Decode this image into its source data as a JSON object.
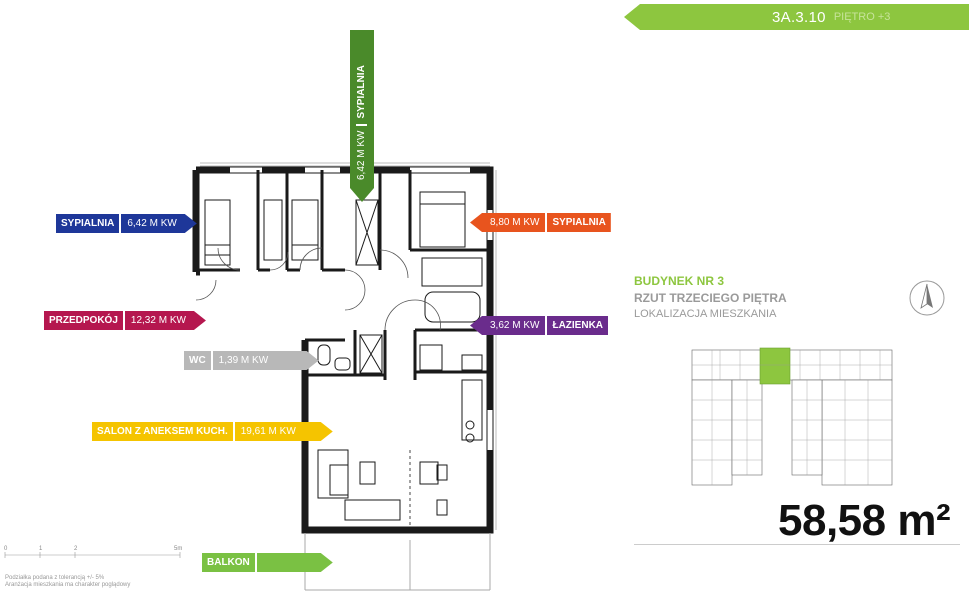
{
  "header": {
    "code": "3A.3.10",
    "floor": "PIĘTRO +3"
  },
  "rooms": [
    {
      "id": "sypialnia-1",
      "name": "SYPIALNIA",
      "area": "6,42 M KW",
      "color": "#1e3799"
    },
    {
      "id": "sypialnia-2",
      "name": "SYPIALNIA",
      "area": "6,42 M KW",
      "color": "#4a8a2a"
    },
    {
      "id": "sypialnia-3",
      "name": "SYPIALNIA",
      "area": "8,80 M KW",
      "color": "#e8541e"
    },
    {
      "id": "przedpokoj",
      "name": "PRZEDPOKÓJ",
      "area": "12,32 M KW",
      "color": "#b5174f"
    },
    {
      "id": "lazienka",
      "name": "ŁAZIENKA",
      "area": "3,62 M KW",
      "color": "#6a2c8c"
    },
    {
      "id": "wc",
      "name": "WC",
      "area": "1,39 M KW",
      "color": "#b8b8b8"
    },
    {
      "id": "salon",
      "name": "SALON Z ANEKSEM KUCH.",
      "area": "19,61 M KW",
      "color": "#f5c400"
    },
    {
      "id": "balkon",
      "name": "BALKON",
      "area": "",
      "color": "#7ac143"
    }
  ],
  "info": {
    "building": "BUDYNEK NR 3",
    "plan": "RZUT TRZECIEGO PIĘTRA",
    "location": "LOKALIZACJA MIESZKANIA",
    "total_area": "58,58",
    "unit": "m²"
  },
  "scale": {
    "ticks": [
      "0",
      "1",
      "2",
      "5m"
    ]
  },
  "footnote": {
    "line1": "Podziałka podana z tolerancją +/- 5%",
    "line2": "Aranżacja mieszkania ma charakter poglądowy"
  },
  "colors": {
    "accent": "#8dc63f",
    "wall": "#1a1a1a"
  }
}
